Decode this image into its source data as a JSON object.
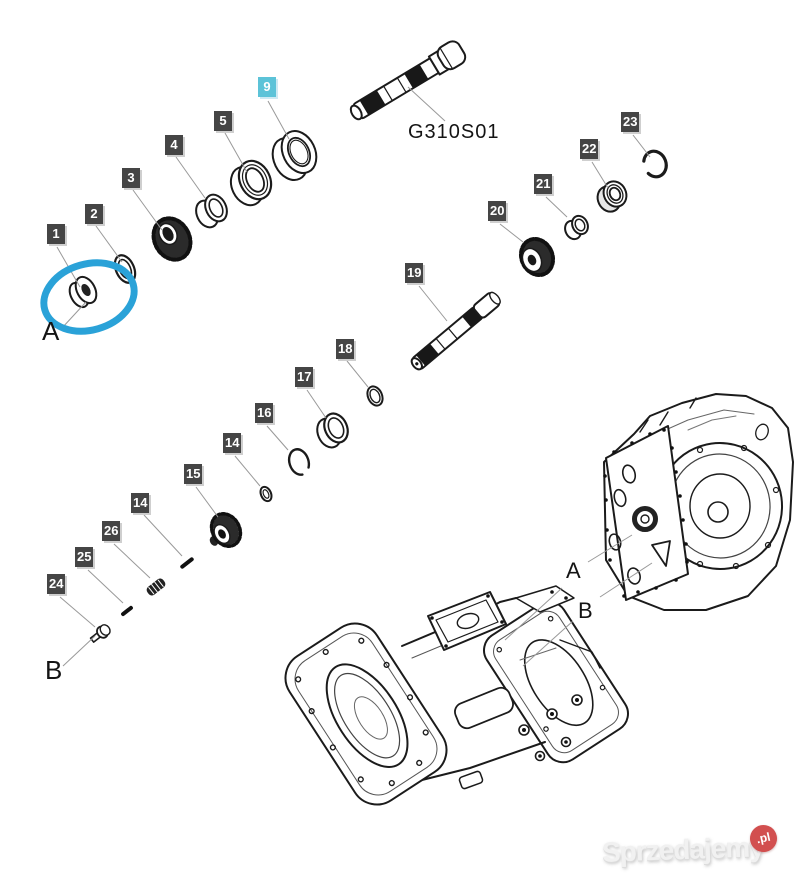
{
  "diagram": {
    "shaft_code": "G310S01",
    "part_labels": [
      {
        "text": "1"
      },
      {
        "text": "2"
      },
      {
        "text": "3"
      },
      {
        "text": "4"
      },
      {
        "text": "5"
      },
      {
        "text": "9",
        "highlighted": true
      },
      {
        "text": "14"
      },
      {
        "text": "15"
      },
      {
        "text": "14"
      },
      {
        "text": "16"
      },
      {
        "text": "17"
      },
      {
        "text": "18"
      },
      {
        "text": "19"
      },
      {
        "text": "20"
      },
      {
        "text": "21"
      },
      {
        "text": "22"
      },
      {
        "text": "23"
      },
      {
        "text": "24"
      },
      {
        "text": "25"
      },
      {
        "text": "26"
      }
    ],
    "callouts": [
      {
        "text": "A"
      },
      {
        "text": "B"
      },
      {
        "text": "A"
      },
      {
        "text": "B"
      }
    ],
    "colors": {
      "label_bg": "#454545",
      "label_text": "#ffffff",
      "highlight_label_bg": "#5cc3d8",
      "highlight_ring": "#2aa2d8",
      "leader_line": "#999999",
      "line_art": "#1b1b1b"
    }
  },
  "watermark": {
    "text": "Sprzedajemy",
    "suffix": ".pl",
    "badge_color": "#d24f4f"
  }
}
